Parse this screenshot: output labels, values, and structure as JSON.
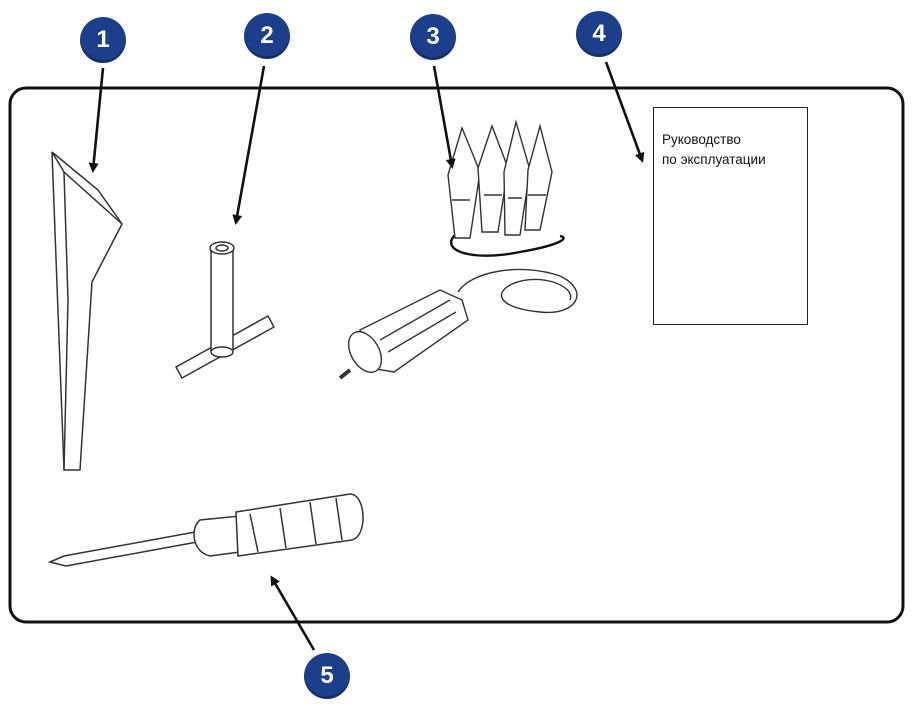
{
  "badges": [
    {
      "label": "1"
    },
    {
      "label": "2"
    },
    {
      "label": "3"
    },
    {
      "label": "4"
    },
    {
      "label": "5"
    }
  ],
  "manual": {
    "line1": "Руководство",
    "line2": "по эксплуатации"
  },
  "colors": {
    "badge": "#1c3f8c",
    "line": "#1a1a1a"
  }
}
